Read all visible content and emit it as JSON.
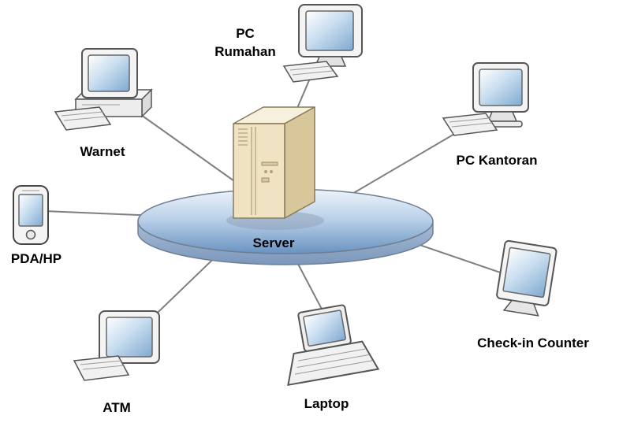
{
  "diagram": {
    "type": "network-topology",
    "center": {
      "id": "server",
      "label": "Server",
      "device": "server-tower"
    },
    "nodes": [
      {
        "id": "pc-rumahan",
        "label": "PC Rumahan",
        "label_lines": [
          "PC",
          "Rumahan"
        ],
        "device": "desktop-pc"
      },
      {
        "id": "warnet",
        "label": "Warnet",
        "device": "desktop-pc-with-case"
      },
      {
        "id": "pc-kantoran",
        "label": "PC Kantoran",
        "device": "desktop-pc"
      },
      {
        "id": "pda-hp",
        "label": "PDA/HP",
        "device": "pda"
      },
      {
        "id": "atm",
        "label": "ATM",
        "device": "desktop-pc"
      },
      {
        "id": "laptop",
        "label": "Laptop",
        "device": "laptop"
      },
      {
        "id": "check-in-counter",
        "label": "Check-in Counter",
        "device": "monitor"
      }
    ],
    "edges": [
      {
        "from": "Server",
        "to": "PC Rumahan"
      },
      {
        "from": "Server",
        "to": "Warnet"
      },
      {
        "from": "Server",
        "to": "PC Kantoran"
      },
      {
        "from": "Server",
        "to": "PDA/HP"
      },
      {
        "from": "Server",
        "to": "ATM"
      },
      {
        "from": "Server",
        "to": "Laptop"
      },
      {
        "from": "Server",
        "to": "Check-in Counter"
      }
    ],
    "colors": {
      "line": "#7f7f7f",
      "label": "#000000",
      "disk_top_light": "#e9f1f9",
      "disk_top_dark": "#6a93c2",
      "disk_side": "#8ba5c6",
      "server_front": "#efe3c4",
      "server_side": "#d9c79c",
      "server_top": "#f7f0dd",
      "screen_highlight": "#ffffff",
      "screen_blue": "#7fa9d0"
    }
  }
}
